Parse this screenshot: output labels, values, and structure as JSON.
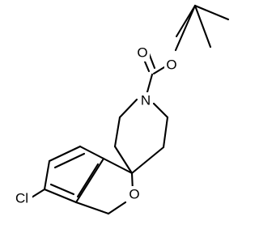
{
  "diagram": {
    "atoms": {
      "oxygen_top": "O",
      "oxygen_ester": "O",
      "nitrogen": "N",
      "oxygen_ring": "O",
      "chlorine": "Cl"
    }
  }
}
